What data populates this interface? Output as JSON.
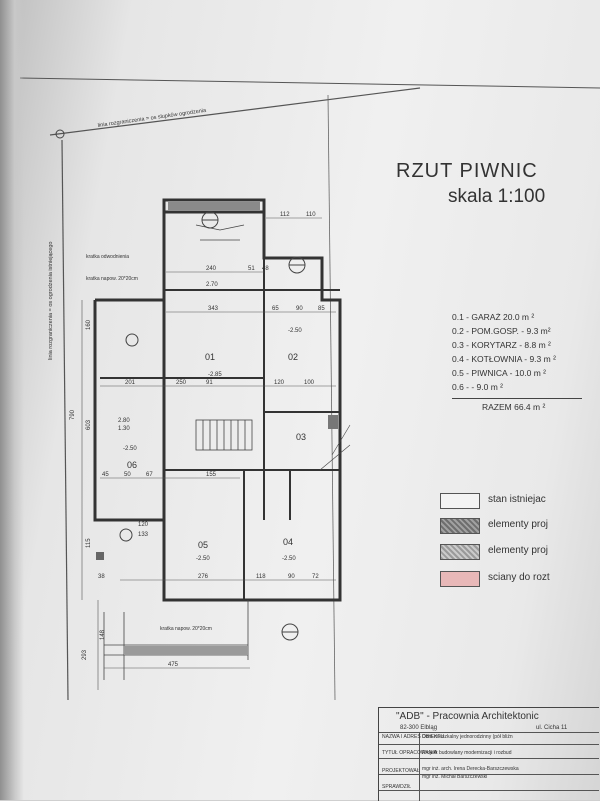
{
  "plan": {
    "title": "RZUT PIWNIC",
    "scale": "skala 1:100",
    "boundary_top": "linia rozgraniczenia = os slupków ogrodzenia",
    "boundary_left": "linia rozgraniczenia = os ogrodzenia istniejącego",
    "note_top_left": "kratka odwodnienia",
    "note_left": "kratka napow. 20*20cm",
    "note_bottom": "kratka napow. 20*20cm"
  },
  "rooms": [
    {
      "id": "01",
      "level": "-2.85"
    },
    {
      "id": "02",
      "level": "-2.50"
    },
    {
      "id": "03",
      "level": ""
    },
    {
      "id": "04",
      "level": "-2.50"
    },
    {
      "id": "05",
      "level": "-2.50"
    },
    {
      "id": "06",
      "level": "-2.50"
    }
  ],
  "dimensions": {
    "top": [
      "112",
      "110"
    ],
    "row1": [
      "240",
      "51",
      "48"
    ],
    "row2": [
      "343",
      "65",
      "90",
      "85"
    ],
    "row3": [
      "201",
      "250",
      "91",
      "120",
      "100"
    ],
    "row4": [
      "45",
      "50",
      "67",
      "155"
    ],
    "row5": [
      "276",
      "118",
      "90",
      "72"
    ],
    "bottom": [
      "475"
    ],
    "left": [
      "790",
      "603",
      "160",
      "115",
      "148",
      "293"
    ],
    "misc": [
      "2.70",
      "1.30",
      "2.80",
      "120",
      "133",
      "38"
    ]
  },
  "schedule": [
    "0.1 - GARAŻ 20.0 m ²",
    "0.2 - POM.GOSP. - 9.3 m²",
    "0.3 - KORYTARZ - 8.8 m ²",
    "0.4 - KOTŁOWNIA - 9.3 m ²",
    "0.5 - PIWNICA - 10.0 m ²",
    "0.6 - - 9.0 m ²"
  ],
  "total": "RAZEM  66.4 m ²",
  "legend": [
    {
      "label": "stan istniejac",
      "fill": "#f4f4f4"
    },
    {
      "label": "elementy proj",
      "fill": "#7d7d7d"
    },
    {
      "label": "elementy proj",
      "fill": "#b4b4b4"
    },
    {
      "label": "sciany do rozt",
      "fill": "#e8b8b8"
    }
  ],
  "title_block": {
    "firm": "\"ADB\" - Pracownia Architektonic",
    "city": "82-300 Elbląg",
    "street": "ul. Cicha 11",
    "rows": [
      "NAZWA I ADRES OBIEKTU",
      "TYTUŁ OPRACOWANIA",
      "PROJEKTOWAŁ",
      "SPRAWDZIŁ"
    ],
    "values": [
      "Dom mieszkalny jednorodzinny (pół bliźn",
      "Projekt budowlany modernizacji i rozbud",
      "mgr inż. arch. Irena Derecka-Barszczewska",
      "mgr inż. Michał Barszczewski"
    ]
  },
  "colors": {
    "ink": "#333333",
    "paper": "#ececec"
  }
}
